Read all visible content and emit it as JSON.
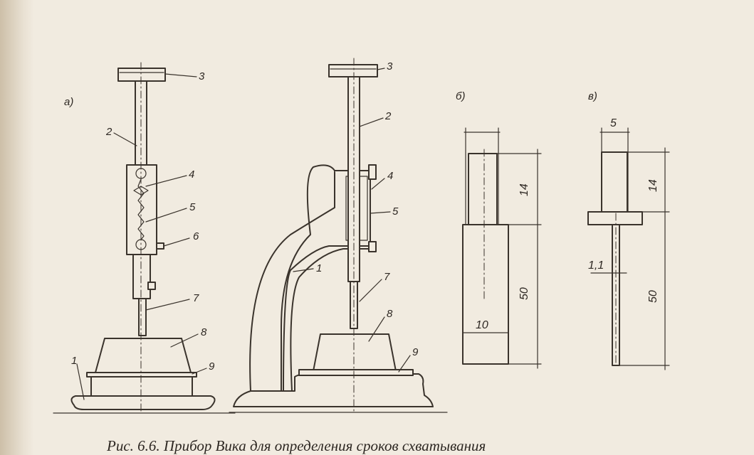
{
  "figure": {
    "panel_labels": [
      "а)",
      "б)",
      "в)"
    ],
    "part_numbers": [
      "1",
      "2",
      "3",
      "4",
      "5",
      "6",
      "7",
      "8",
      "9"
    ],
    "dimensions_b": {
      "height_top": "14",
      "height_bottom": "50",
      "width_bottom": "10"
    },
    "dimensions_v": {
      "width_top": "5",
      "height_top": "14",
      "height_bottom": "50",
      "needle_diameter": "1,1"
    },
    "caption": "Рис. 6.6. Прибор Вика для определения сроков схватывания"
  }
}
